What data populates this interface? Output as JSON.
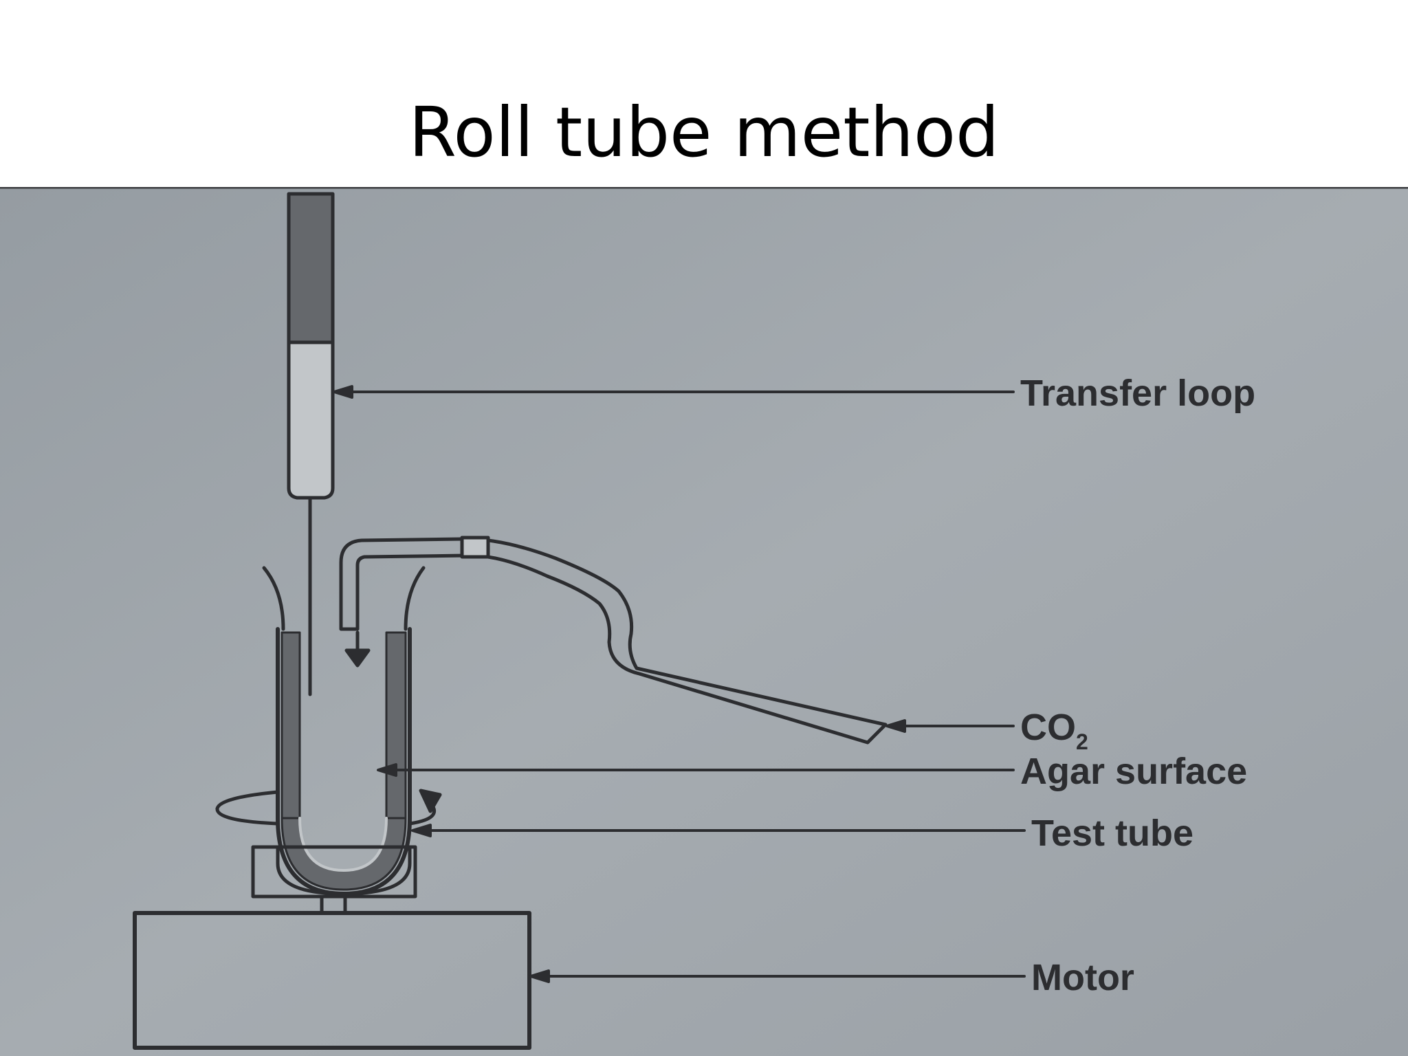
{
  "slide": {
    "title": "Roll tube method"
  },
  "diagram": {
    "labels": {
      "transfer_loop": "Transfer loop",
      "co2_main": "CO",
      "co2_subscript": "2",
      "agar_surface": "Agar surface",
      "test_tube": "Test tube",
      "motor": "Motor"
    }
  },
  "colors": {
    "background": "#a3a9ae",
    "ink": "#2c2d30"
  }
}
